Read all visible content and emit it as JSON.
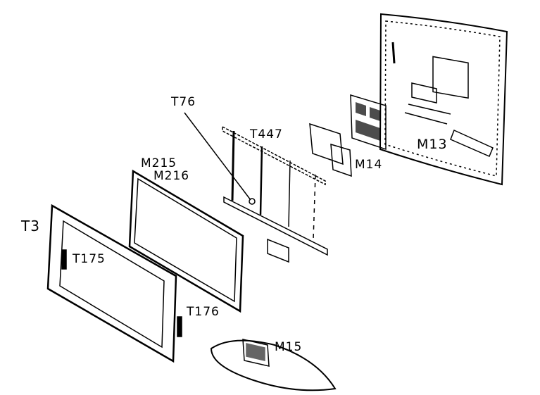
{
  "title": "Exploded parts diagram",
  "labels": {
    "t76": "T76",
    "t447": "T447",
    "m215": "M215",
    "m216": "M216",
    "t3": "T3",
    "t175": "T175",
    "t176": "T176",
    "m15": "M15",
    "m14": "M14",
    "m13": "M13"
  },
  "colors": {
    "line": "#000000",
    "background": "#ffffff"
  }
}
